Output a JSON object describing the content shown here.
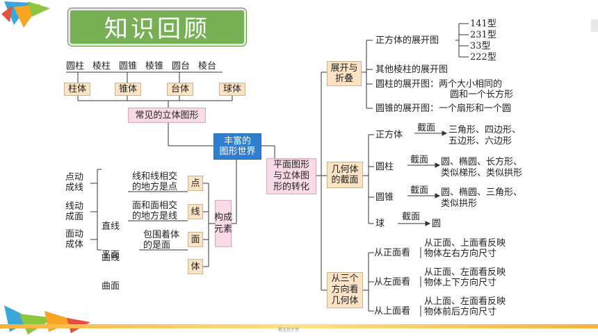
{
  "title": "知识回顾",
  "center": "丰富的\n图形世界",
  "common": {
    "shapes": [
      "圆柱",
      "棱柱",
      "圆锥",
      "棱锥",
      "圆台",
      "棱台"
    ],
    "groups": [
      "柱体",
      "锥体",
      "台体",
      "球体"
    ],
    "label": "常见的立体图形"
  },
  "elements": {
    "label": "构成\n元素",
    "items": [
      "点",
      "线",
      "面",
      "体"
    ],
    "motions": [
      "点动\n成线",
      "线动\n成面",
      "面动\n成体"
    ],
    "line_types": [
      "直线",
      "曲线"
    ],
    "surface_types": [
      "平面",
      "曲面"
    ],
    "point_desc": "线和线相交\n的地方是点",
    "line_desc": "面和面相交\n的地方是线",
    "surface_desc": "包围着体\n的是面"
  },
  "transform": {
    "label": "平面图形\n与立体图\n形的转化",
    "unfold": {
      "label": "展开与\n折叠",
      "cube": "正方体的展开图",
      "cube_types": [
        "141型",
        "231型",
        "33型",
        "222型"
      ],
      "prism": "其他棱柱的展开图",
      "cylinder_l1": "圆柱的展开图：两个大小相同的",
      "cylinder_l2": "圆和一个长方形",
      "cone": "圆锥的展开图：一个扇形和一个圆"
    },
    "section": {
      "label": "几何体\n的截面",
      "cut": "截面",
      "items": [
        {
          "name": "正方体",
          "r1": "三角形、四边形、",
          "r2": "五边形、六边形"
        },
        {
          "name": "圆柱",
          "r1": "圆、椭圆、长方形、",
          "r2": "类似梯形、类似拱形"
        },
        {
          "name": "圆锥",
          "r1": "圆、椭圆、三角形、",
          "r2": "类似拱形"
        },
        {
          "name": "球",
          "r1": "圆",
          "r2": ""
        }
      ]
    },
    "views": {
      "label": "从三个\n方向看\n几何体",
      "items": [
        {
          "name": "从正面看",
          "d1": "从正面、上面看反映",
          "d2": "物体左右方向尺寸"
        },
        {
          "name": "从左面看",
          "d1": "从正面、左面看反映",
          "d2": "物体上下方向尺寸"
        },
        {
          "name": "从上面看",
          "d1": "从上面、左面看反映",
          "d2": "物体前后方向尺寸"
        }
      ]
    }
  },
  "colors": {
    "title_bg": "#77b054",
    "center_bg": "#2e7fcf",
    "tan": "#fbe3c4",
    "pink": "#f8dbe7",
    "footer": "#f6b23c"
  },
  "footer": "教无忧才思"
}
